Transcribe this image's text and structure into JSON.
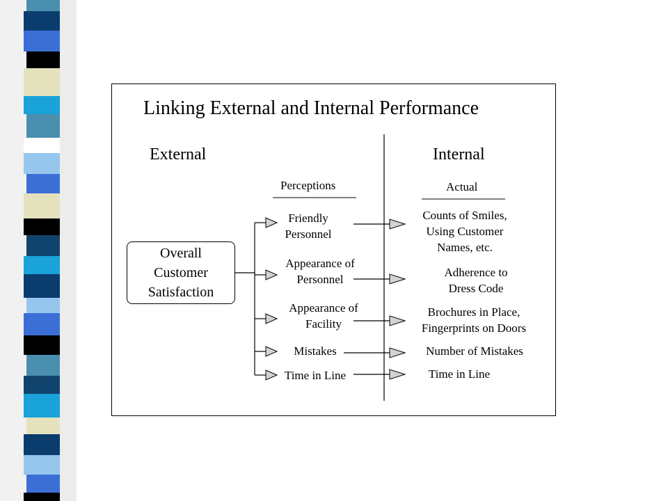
{
  "slide": {
    "title": "Linking External and Internal Performance",
    "external_heading": "External",
    "internal_heading": "Internal",
    "perceptions_label": "Perceptions",
    "actual_label": "Actual",
    "center": {
      "line1": "Overall",
      "line2": "Customer",
      "line3": "Satisfaction"
    },
    "perceptions": [
      {
        "line1": "Friendly",
        "line2": "Personnel"
      },
      {
        "line1": "Appearance of",
        "line2": "Personnel"
      },
      {
        "line1": "Appearance of",
        "line2": "Facility"
      },
      {
        "line1": "Mistakes",
        "line2": ""
      },
      {
        "line1": "Time in Line",
        "line2": ""
      }
    ],
    "actuals": [
      {
        "line1": "Counts of  Smiles,",
        "line2": "Using Customer",
        "line3": "Names, etc."
      },
      {
        "line1": "Adherence to",
        "line2": "Dress Code",
        "line3": ""
      },
      {
        "line1": "Brochures in Place,",
        "line2": "Fingerprints on Doors",
        "line3": ""
      },
      {
        "line1": "Number of Mistakes",
        "line2": "",
        "line3": ""
      },
      {
        "line1": "Time in Line",
        "line2": "",
        "line3": ""
      }
    ]
  },
  "colors": {
    "stripe_palette": [
      "#4a8fb0",
      "#0a3d6e",
      "#3b6fd6",
      "#000000",
      "#e4e2bd",
      "#1aa3d8",
      "#ffffff",
      "#96c6ee",
      "#11446c"
    ],
    "arrow_fill": "#d3d3d3",
    "line": "#000000"
  }
}
